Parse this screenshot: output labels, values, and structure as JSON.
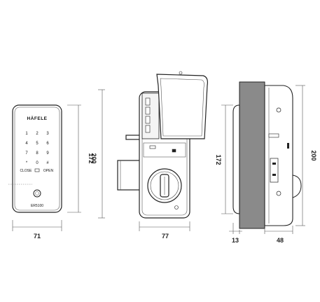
{
  "front": {
    "brand": "HÄFELE",
    "keys": [
      "1",
      "2",
      "3",
      "4",
      "5",
      "6",
      "7",
      "8",
      "9",
      "*",
      "0",
      "#"
    ],
    "close_label": "CLOSE",
    "open_label": "OPEN",
    "model": "ER5100"
  },
  "dimensions": {
    "front_width": "71",
    "front_height_outer": "200",
    "front_height_inner": "172",
    "back_width": "77",
    "side_height_inner": "172",
    "side_height_outer": "200",
    "side_depth_front": "13",
    "side_depth_back": "48"
  },
  "colors": {
    "line": "#222222",
    "door": "#8a8a8a",
    "background": "#ffffff"
  }
}
